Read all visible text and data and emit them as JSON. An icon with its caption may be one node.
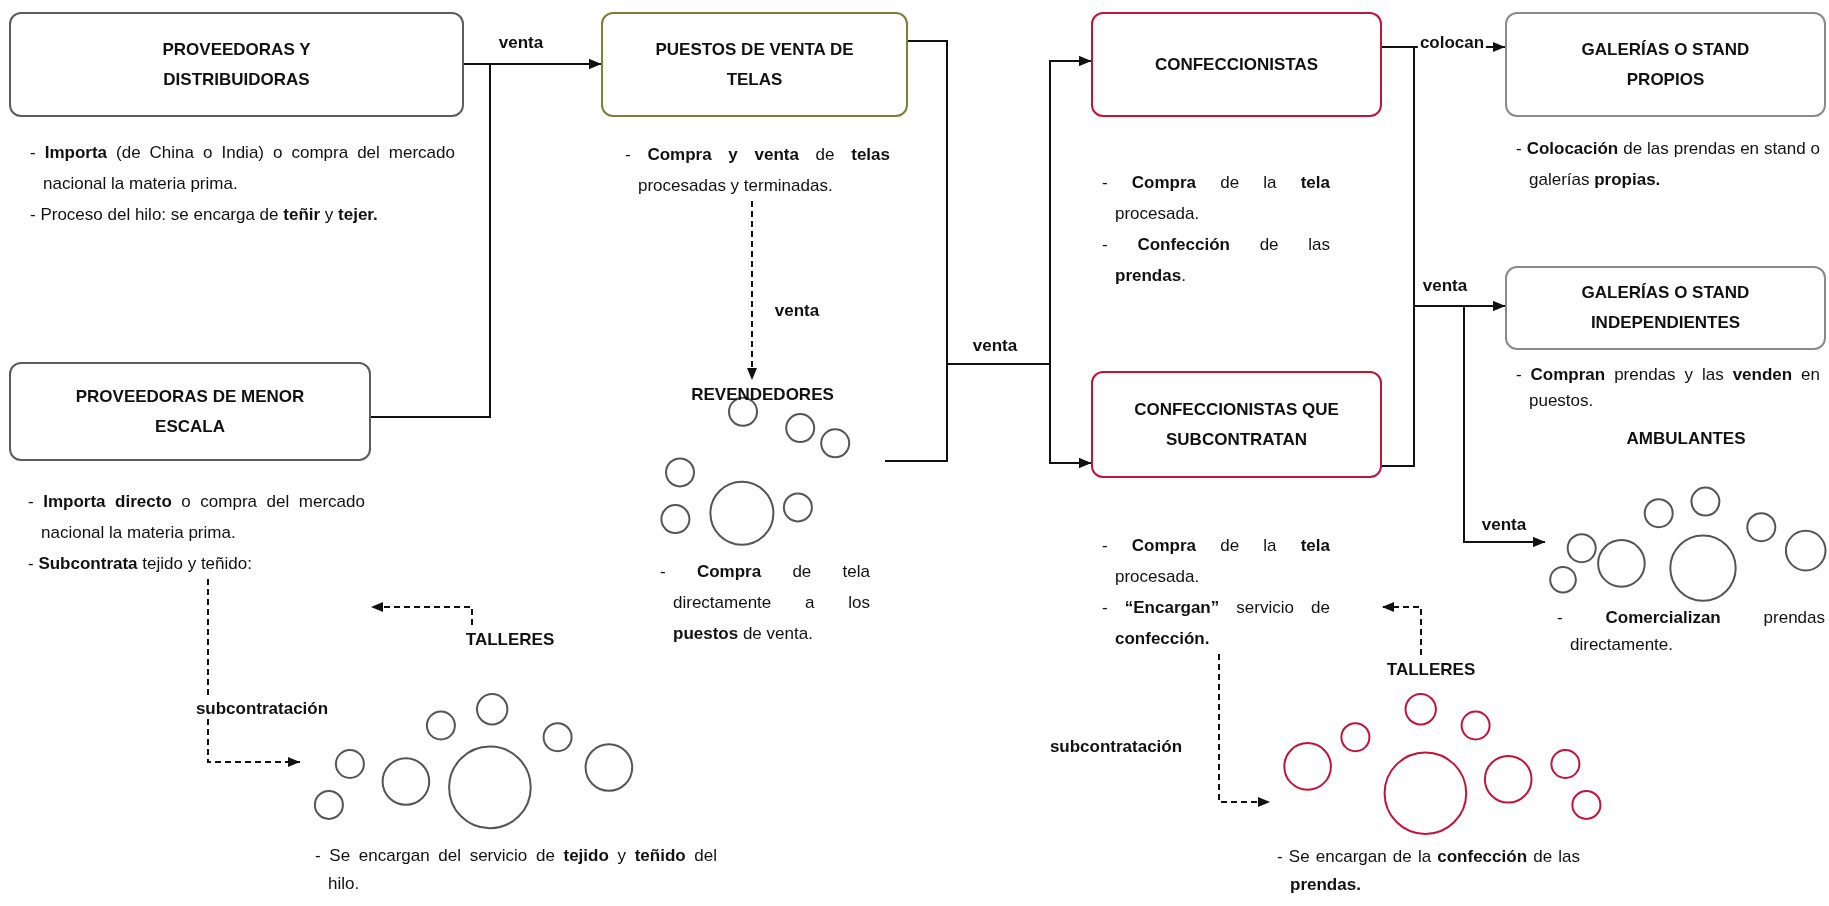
{
  "diagram": {
    "nodes": [
      {
        "text": [
          "PROVEEDORAS Y DISTRIBUIDORAS"
        ],
        "beside": [
          "- **Importa** (de China o India) o compra del mercado nacional la materia prima.",
          "- Proceso del hilo: se encarga de **teñir** y **tejer.**"
        ]
      },
      {
        "text": [
          "PROVEEDORAS DE MENOR ESCALA"
        ],
        "beside": [
          "- **Importa directo** o compra del mercado nacional la materia prima.",
          "- **Subcontrata** tejido y teñido:"
        ]
      },
      {
        "text": [
          "PUESTOS DE VENTA DE TELAS"
        ],
        "beside": [
          "- **Compra y venta** de **telas** procesadas y terminadas."
        ]
      },
      {
        "text": [
          "REVENDEDORES"
        ],
        "beside": [
          "- **Compra** de tela directamente a los **puestos** de venta."
        ]
      },
      {
        "text": [
          "CONFECCIONISTAS"
        ],
        "beside": [
          "- **Compra** de la **tela** procesada.",
          "- **Confección** de las **prendas**."
        ]
      },
      {
        "text": [
          "CONFECCIONISTAS QUE SUBCONTRATAN"
        ],
        "beside": [
          "- **Compra** de la **tela** procesada.",
          "- **“Encargan”** servicio de **confección.**"
        ]
      },
      {
        "text": [
          "GALERÍAS O STAND PROPIOS"
        ],
        "beside": [
          "- **Colocación** de las prendas en stand o galerías **propias.**"
        ]
      },
      {
        "text": [
          "GALERÍAS O STAND INDEPENDIENTES"
        ],
        "beside": [
          "- **Compran** prendas y las **venden** en puestos."
        ]
      },
      {
        "text": [
          "AMBULANTES"
        ],
        "beside": [
          "- **Comercializan** prendas directamente."
        ]
      },
      {
        "text": [
          "TALLERES"
        ],
        "beside": [
          "- Se encargan del servicio de **tejido** y **teñido** del hilo."
        ]
      },
      {
        "text": [
          "TALLERES"
        ],
        "beside": [
          "- Se encargan de la **confección** de las **prendas.**"
        ]
      }
    ],
    "edges": [
      {
        "from": 0,
        "to": 2,
        "arrow": "to",
        "label": "venta"
      },
      {
        "from": 1,
        "to": 2,
        "arrow": "to"
      },
      {
        "from": 2,
        "to": 3,
        "arrow": "to",
        "label": "venta",
        "style": "dashed"
      },
      {
        "from": 2,
        "to": 4,
        "arrow": "to",
        "label": "venta"
      },
      {
        "from": 2,
        "to": 5,
        "arrow": "to"
      },
      {
        "from": 3,
        "to": 4,
        "arrow": "to"
      },
      {
        "from": 3,
        "to": 5,
        "arrow": "to"
      },
      {
        "from": 4,
        "to": 6,
        "arrow": "to",
        "label": "colocan"
      },
      {
        "from": 4,
        "to": 7,
        "arrow": "to",
        "label": "venta"
      },
      {
        "from": 5,
        "to": 7,
        "arrow": "to"
      },
      {
        "from": 4,
        "to": 8,
        "arrow": "to",
        "label": "venta"
      },
      {
        "from": 5,
        "to": 8,
        "arrow": "to"
      },
      {
        "from": 1,
        "to": 9,
        "arrow": "to",
        "label": "subcontratación",
        "style": "dashed"
      },
      {
        "from": 9,
        "to": 1,
        "arrow": "to",
        "style": "dashed"
      },
      {
        "from": 5,
        "to": 10,
        "arrow": "to",
        "label": "subcontratación",
        "style": "dashed"
      },
      {
        "from": 10,
        "to": 5,
        "arrow": "to",
        "style": "dashed"
      }
    ]
  }
}
